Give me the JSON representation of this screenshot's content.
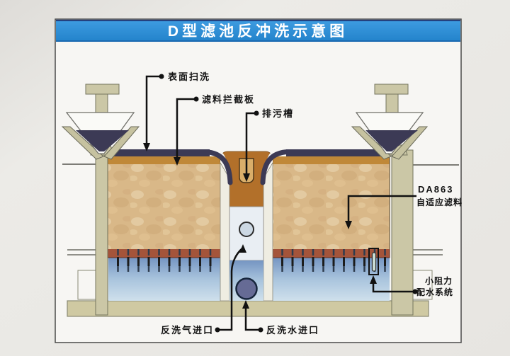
{
  "title": "D型滤池反冲洗示意图",
  "labels": {
    "surface_wash": "表面扫洗",
    "media_barrier_plate": "滤料拦截板",
    "drain_channel": "排污槽",
    "media_code": "DA863",
    "media_name": "自适应滤料",
    "low_resistance": "小阻力",
    "distribution_system": "配水系统",
    "backwash_air_inlet": "反洗气进口",
    "backwash_water_inlet": "反洗水进口"
  },
  "colors": {
    "banner_blue": "#2e8ed6",
    "banner_top_line": "#24417e",
    "frame_border": "#4a4a4a",
    "paper_white": "#f7f6f3",
    "sand": "#d9b888",
    "sand_dark_band": "#c08838",
    "surface_sludge_navy": "#3c3a55",
    "drain_channel_brown": "#b2702a",
    "drain_slot_tan": "#d9ae6a",
    "underdrain_red": "#a4543a",
    "water_top": "#7595c2",
    "water_bottom": "#cfe0ec",
    "concrete": "#cbc7a6",
    "trough_white": "#fafaf7",
    "floor_khaki": "#cfc9a2",
    "gallery_box": "#e9eef3",
    "air_pipe_circle": "#ccd8e3",
    "water_inlet_circle": "#666b95",
    "leader_line": "#111111"
  }
}
